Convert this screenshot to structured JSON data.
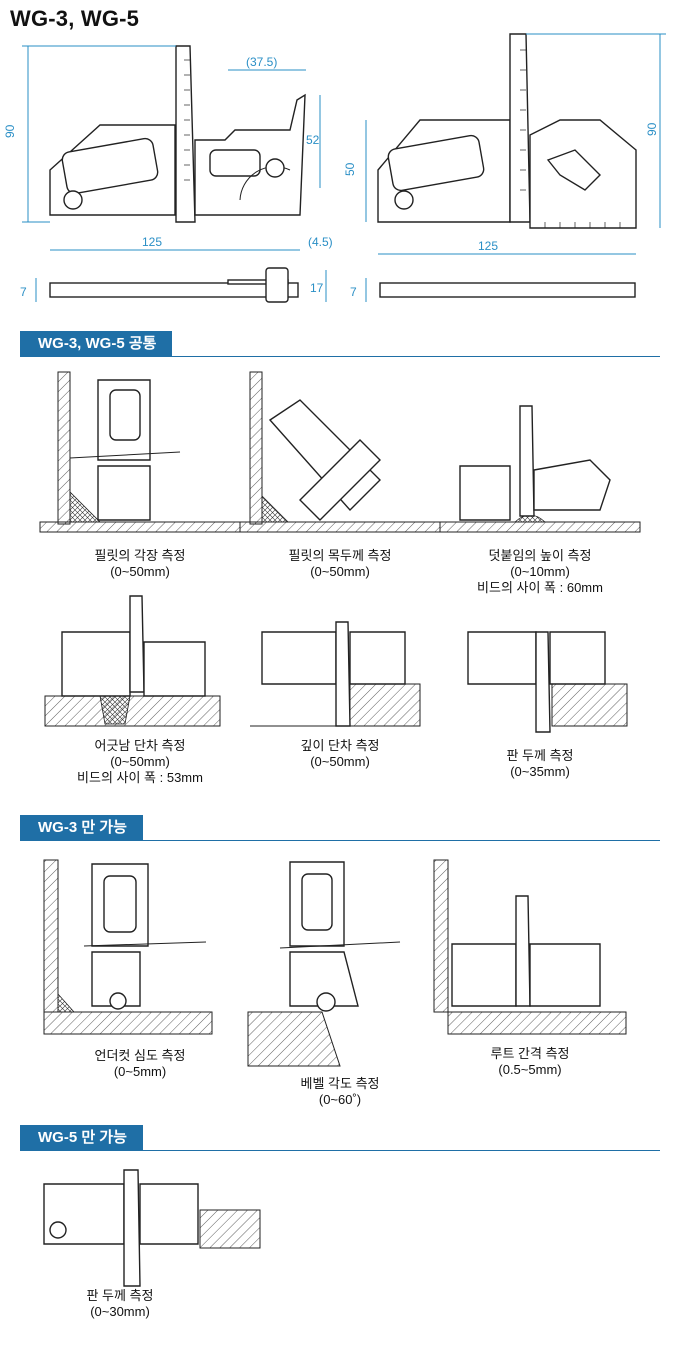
{
  "title": "WG-3, WG-5",
  "dimensions": {
    "wg3": {
      "height": "90",
      "gap": "(37.5)",
      "jaw": "52",
      "width": "125",
      "offset": "(4.5)",
      "thick": "7",
      "thick2": "17"
    },
    "wg5": {
      "height_left": "50",
      "height_right": "90",
      "width": "125",
      "thick": "7"
    }
  },
  "sections": [
    {
      "label": "WG-3, WG-5 공통"
    },
    {
      "label": "WG-3 만 가능"
    },
    {
      "label": "WG-5 만 가능"
    }
  ],
  "captions": {
    "common": [
      {
        "title": "필릿의 각장 측정",
        "range": "(0~50mm)",
        "note": ""
      },
      {
        "title": "필릿의 목두께 측정",
        "range": "(0~50mm)",
        "note": ""
      },
      {
        "title": "덧붙임의 높이 측정",
        "range": "(0~10mm)",
        "note": "비드의 사이 폭 : 60mm"
      },
      {
        "title": "어긋남 단차 측정",
        "range": "(0~50mm)",
        "note": "비드의 사이 폭 : 53mm"
      },
      {
        "title": "깊이 단차 측정",
        "range": "(0~50mm)",
        "note": ""
      },
      {
        "title": "판 두께 측정",
        "range": "(0~35mm)",
        "note": ""
      }
    ],
    "wg3": [
      {
        "title": "언더컷 심도 측정",
        "range": "(0~5mm)"
      },
      {
        "title": "베벨 각도 측정",
        "range": "(0~60˚)"
      },
      {
        "title": "루트 간격 측정",
        "range": "(0.5~5mm)"
      }
    ],
    "wg5": [
      {
        "title": "판 두께 측정",
        "range": "(0~30mm)"
      }
    ]
  },
  "colors": {
    "accent": "#1f6fa6",
    "dimension": "#2a8fc6"
  }
}
